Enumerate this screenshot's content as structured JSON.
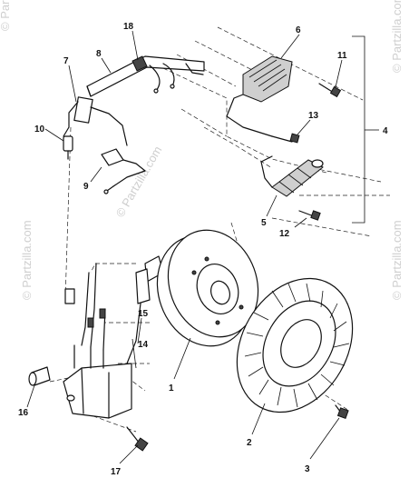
{
  "watermark": {
    "text": "© Partzilla.com"
  },
  "callouts": {
    "c1": "1",
    "c2": "2",
    "c3": "3",
    "c4": "4",
    "c5": "5",
    "c6": "6",
    "c7": "7",
    "c8": "8",
    "c9": "9",
    "c10": "10",
    "c11": "11",
    "c12": "12",
    "c13": "13",
    "c14": "14",
    "c15": "15",
    "c16": "16",
    "c17": "17",
    "c18": "18"
  }
}
